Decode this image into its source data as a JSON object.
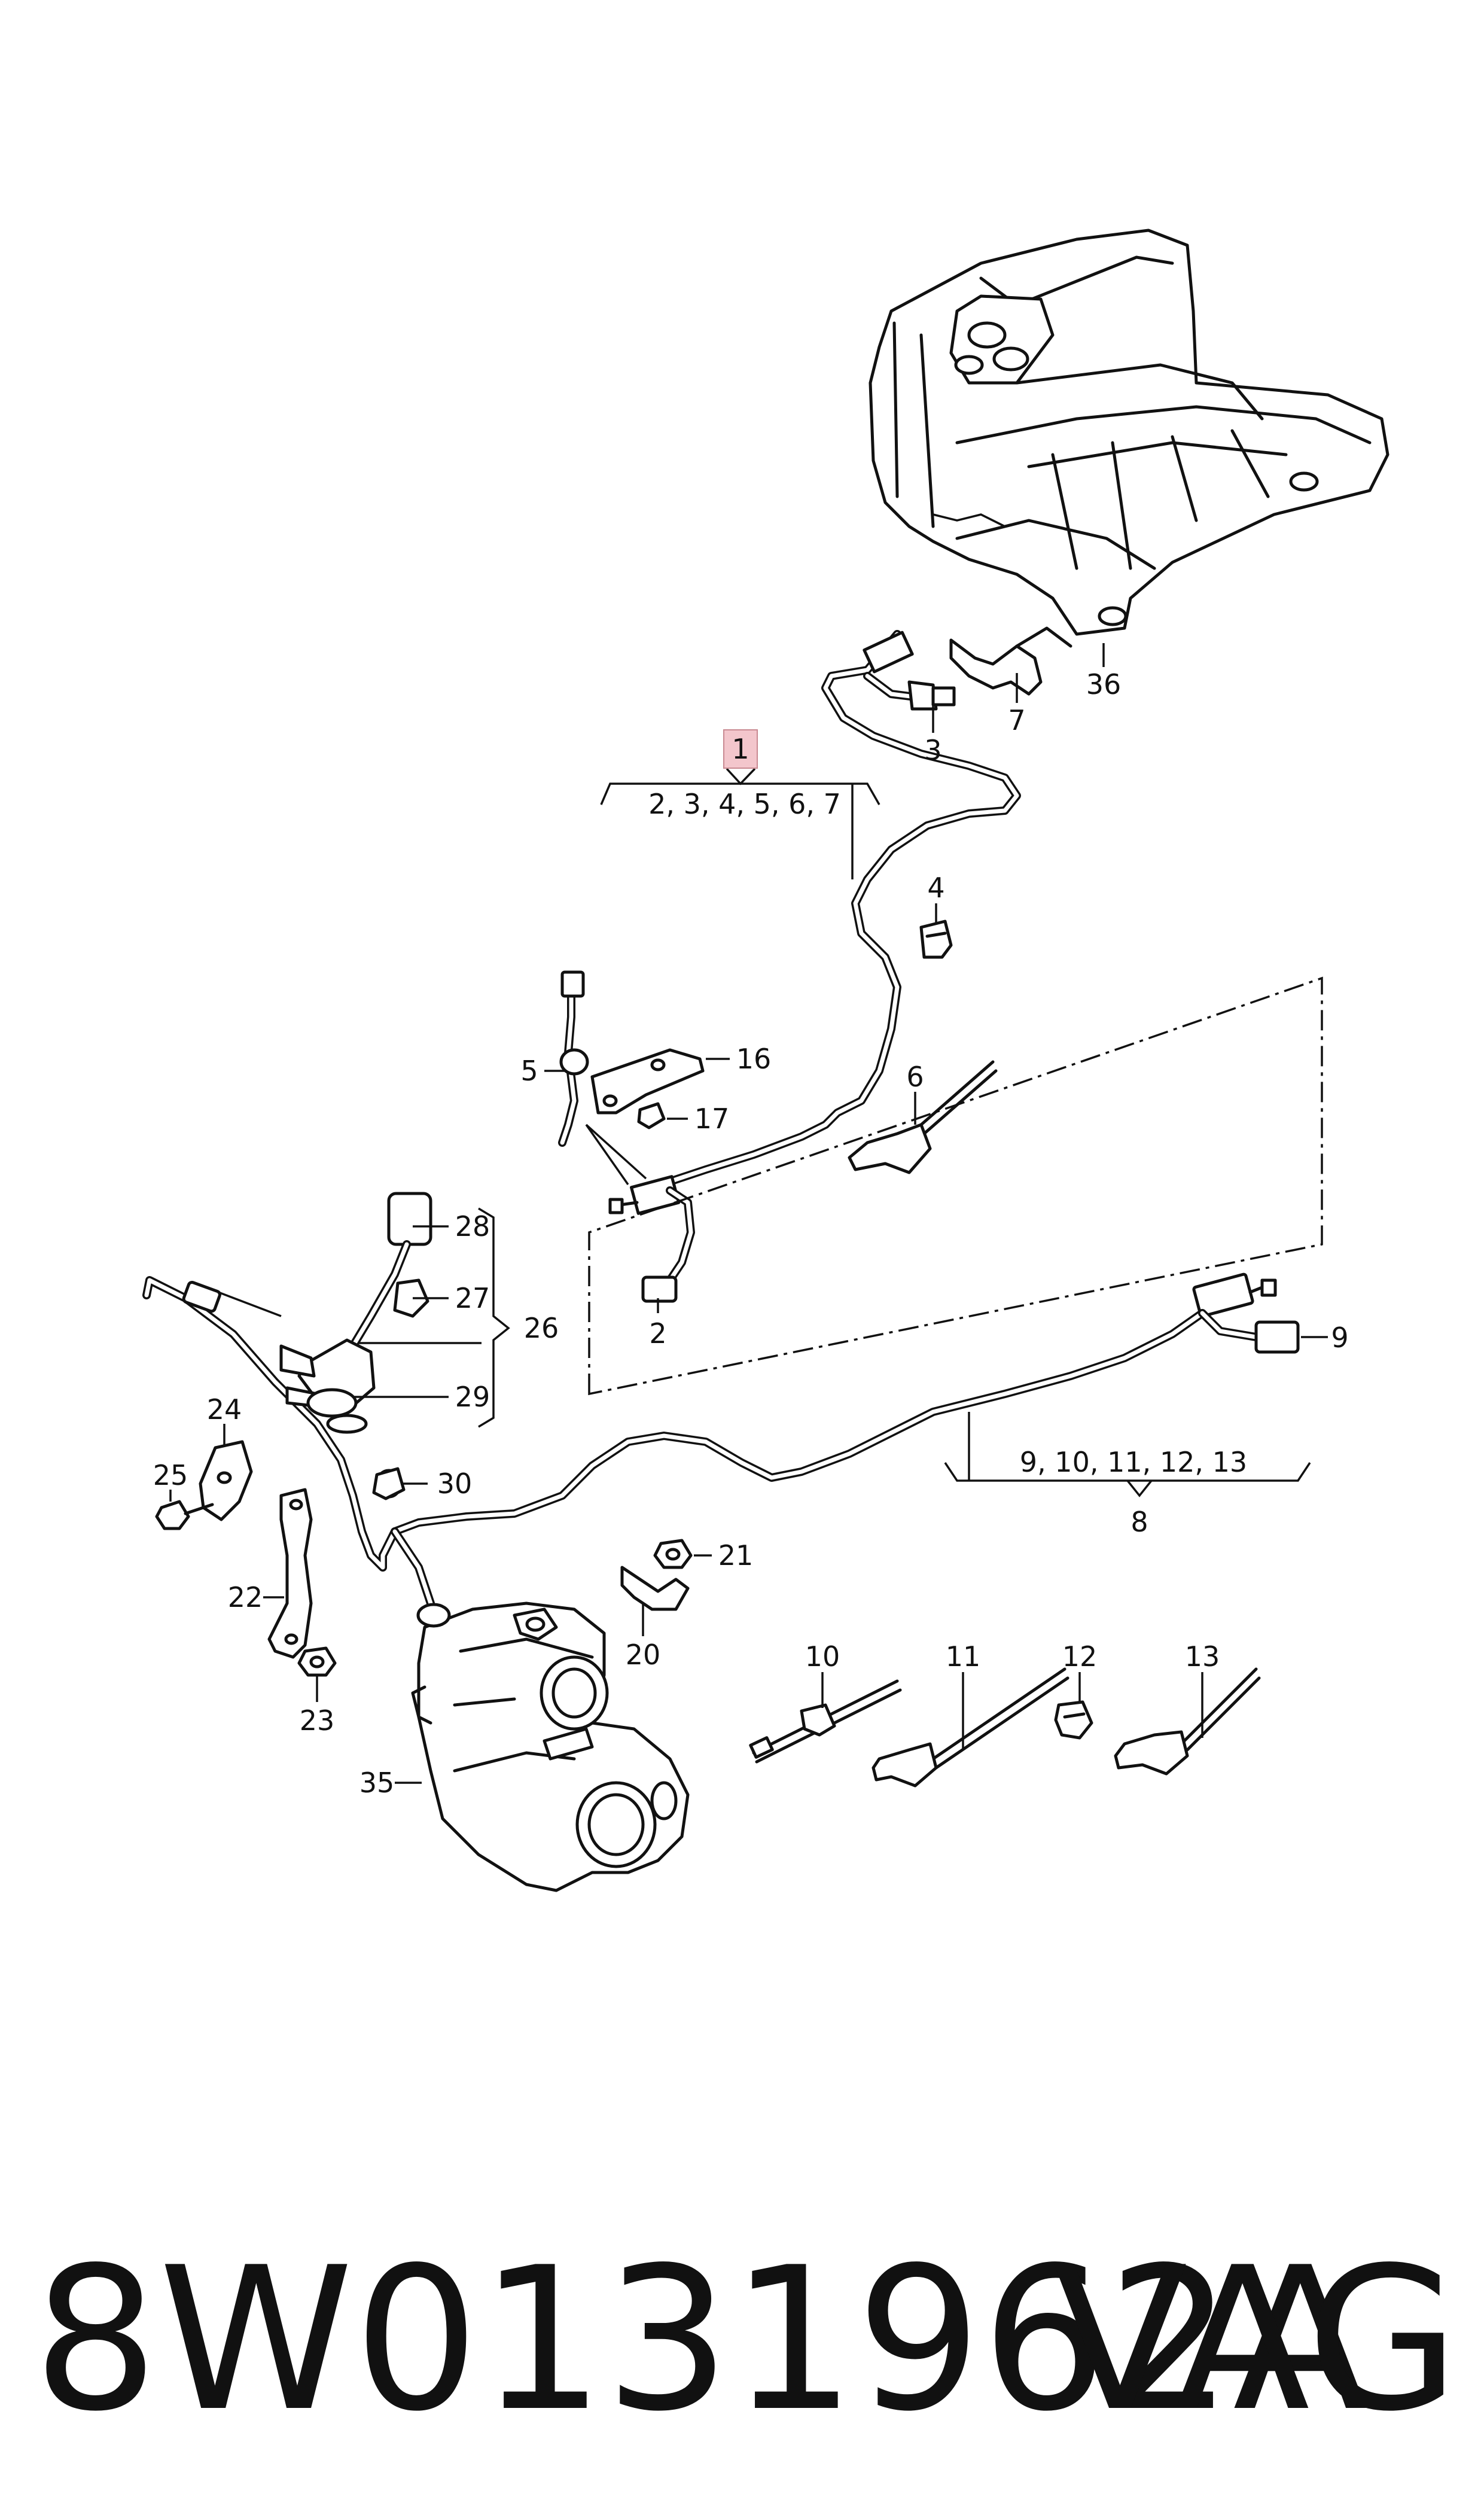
{
  "diagram": {
    "callouts": {
      "c1": "1",
      "c1_list": "2, 3, 4, 5, 6, 7",
      "c2": "2",
      "c3": "3",
      "c4": "4",
      "c5": "5",
      "c6": "6",
      "c7": "7",
      "c8": "8",
      "c8_list": "9, 10, 11, 12, 13",
      "c9": "9",
      "c10": "10",
      "c11": "11",
      "c12": "12",
      "c13": "13",
      "c16": "16",
      "c17": "17",
      "c20": "20",
      "c21": "21",
      "c22": "22",
      "c23": "23",
      "c24": "24",
      "c25": "25",
      "c26": "26",
      "c27": "27",
      "c28": "28",
      "c29": "29",
      "c30": "30",
      "c35": "35",
      "c36": "36"
    },
    "highlight_color": "#f3c6cc",
    "part_number": "8W0131962A",
    "brand": "VAG"
  }
}
